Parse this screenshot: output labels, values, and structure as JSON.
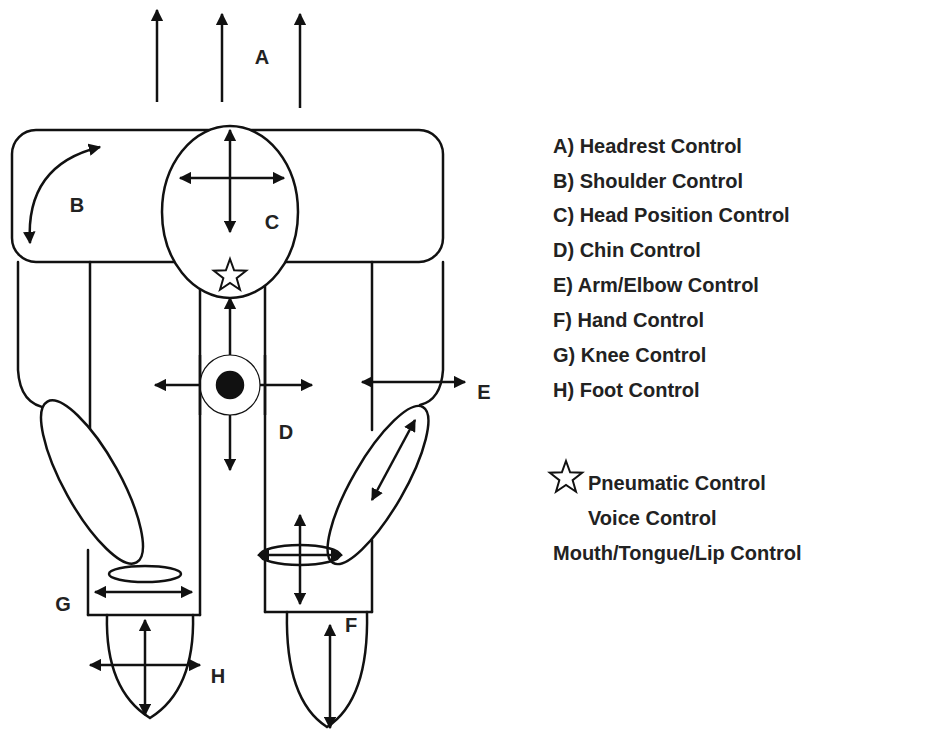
{
  "diagram": {
    "labels": [
      "A",
      "B",
      "C",
      "D",
      "E",
      "F",
      "G",
      "H",
      "A) Headrest Control",
      "B) Shoulder Control",
      "C) Head Position Control",
      "D) Chin Control",
      "E) Arm/Elbow Control",
      "F) Hand Control",
      "G) Knee Control",
      "H) Foot Control",
      "Pneumatic Control",
      "Voice Control",
      "Mouth/Tongue/Lip Control"
    ]
  }
}
